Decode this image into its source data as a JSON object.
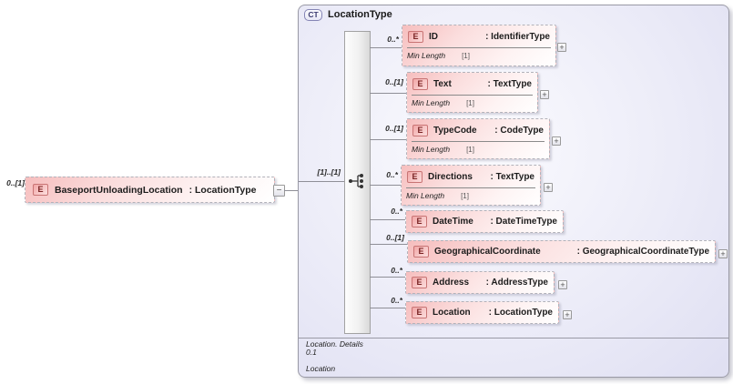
{
  "glyphs": {
    "element_icon": "E",
    "complex_type_icon": "CT",
    "expand": "+",
    "collapse": "−"
  },
  "root_element": {
    "cardinality": "0..[1]",
    "name": "BaseportUnloadingLocation",
    "type": ": LocationType"
  },
  "complex_type": {
    "title": "LocationType",
    "group_cardinality": "[1]..[1]",
    "children": [
      {
        "cardinality": "0..*",
        "name": "ID",
        "type": ": IdentifierType",
        "facet_label": "Min Length",
        "facet_value": "[1]"
      },
      {
        "cardinality": "0..[1]",
        "name": "Text",
        "type": ": TextType",
        "facet_label": "Min Length",
        "facet_value": "[1]"
      },
      {
        "cardinality": "0..[1]",
        "name": "TypeCode",
        "type": ": CodeType",
        "facet_label": "Min Length",
        "facet_value": "[1]"
      },
      {
        "cardinality": "0..*",
        "name": "Directions",
        "type": ": TextType",
        "facet_label": "Min Length",
        "facet_value": "[1]"
      },
      {
        "cardinality": "0..*",
        "name": "DateTime",
        "type": ": DateTimeType"
      },
      {
        "cardinality": "0..[1]",
        "name": "GeographicalCoordinate",
        "type": ": GeographicalCoordinateType"
      },
      {
        "cardinality": "0..*",
        "name": "Address",
        "type": ": AddressType"
      },
      {
        "cardinality": "0..*",
        "name": "Location",
        "type": ": LocationType"
      }
    ],
    "footer": {
      "line1": "Location. Details",
      "line2": "0.1",
      "line3": "Location"
    }
  },
  "colors": {
    "element_pink": "#f6bebe",
    "panel_lavender": "#dfdff2",
    "element_icon_border": "#c87474",
    "complex_type_icon_text": "#3a3a70",
    "connector_gray": "#8f8f97"
  }
}
